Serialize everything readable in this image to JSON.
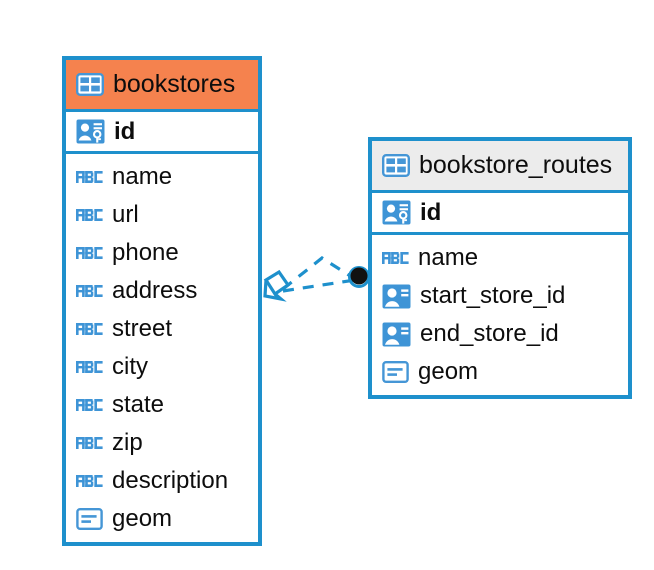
{
  "diagram": {
    "type": "entity-relationship-diagram",
    "background": "#ffffff",
    "accent_color": "#1E90CC",
    "highlight_color": "#F5824E",
    "header_grey": "#ECECEC"
  },
  "entities": [
    {
      "name": "bookstores",
      "header_style": "orange",
      "icon": "table-icon",
      "primary_key": {
        "label": "id",
        "icon": "primary-key-icon",
        "type": "pk"
      },
      "fields": [
        {
          "label": "name",
          "icon": "abc-text-icon",
          "type": "text"
        },
        {
          "label": "url",
          "icon": "abc-text-icon",
          "type": "text"
        },
        {
          "label": "phone",
          "icon": "abc-text-icon",
          "type": "text"
        },
        {
          "label": "address",
          "icon": "abc-text-icon",
          "type": "text"
        },
        {
          "label": "street",
          "icon": "abc-text-icon",
          "type": "text"
        },
        {
          "label": "city",
          "icon": "abc-text-icon",
          "type": "text"
        },
        {
          "label": "state",
          "icon": "abc-text-icon",
          "type": "text"
        },
        {
          "label": "zip",
          "icon": "abc-text-icon",
          "type": "text"
        },
        {
          "label": "description",
          "icon": "abc-text-icon",
          "type": "text"
        },
        {
          "label": "geom",
          "icon": "geometry-icon",
          "type": "geometry"
        }
      ]
    },
    {
      "name": "bookstore_routes",
      "header_style": "grey",
      "icon": "table-icon",
      "primary_key": {
        "label": "id",
        "icon": "primary-key-icon",
        "type": "pk"
      },
      "fields": [
        {
          "label": "name",
          "icon": "abc-text-icon",
          "type": "text"
        },
        {
          "label": "start_store_id",
          "icon": "foreign-key-icon",
          "type": "fk"
        },
        {
          "label": "end_store_id",
          "icon": "foreign-key-icon",
          "type": "fk"
        },
        {
          "label": "geom",
          "icon": "geometry-icon",
          "type": "geometry"
        }
      ]
    }
  ],
  "relationships": [
    {
      "from": "bookstores",
      "to": "bookstore_routes",
      "from_marker": "crows-foot-diamond",
      "to_marker": "filled-circle",
      "line_style": "dashed",
      "color": "#1E90CC"
    },
    {
      "from": "bookstores",
      "to": "bookstore_routes",
      "from_marker": "crows-foot-diamond",
      "to_marker": "filled-circle",
      "line_style": "dashed",
      "color": "#1E90CC"
    }
  ]
}
